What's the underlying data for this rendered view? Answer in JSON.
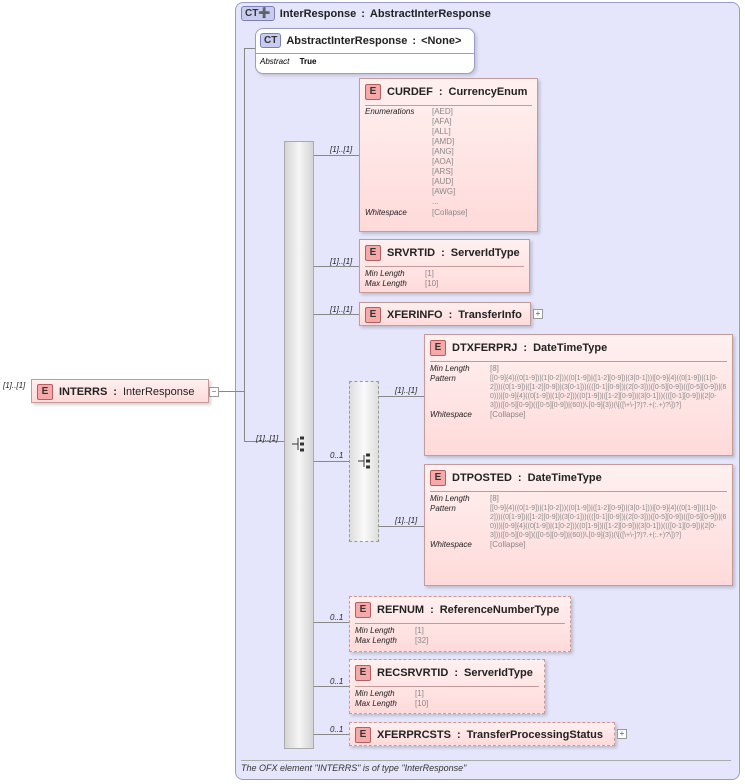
{
  "outer_type": {
    "badge": "CT",
    "name": "InterResponse",
    "base": "AbstractInterResponse"
  },
  "base_type": {
    "badge": "CT",
    "name": "AbstractInterResponse",
    "base": "<None>",
    "attr_key": "Abstract",
    "attr_value": "True"
  },
  "root": {
    "badge": "E",
    "name": "INTERRS",
    "type": "InterResponse",
    "card": "[1]..[1]"
  },
  "sequence_card": "[1]..[1]",
  "nested_card": "0..1",
  "elements": {
    "curdef": {
      "badge": "E",
      "name": "CURDEF",
      "type": "CurrencyEnum",
      "card": "[1]..[1]",
      "enum_key": "Enumerations",
      "enums": [
        "[AED]",
        "[AFA]",
        "[ALL]",
        "[AMD]",
        "[ANG]",
        "[AOA]",
        "[ARS]",
        "[AUD]",
        "[AWG]",
        "..."
      ],
      "ws_key": "Whitespace",
      "ws_value": "[Collapse]"
    },
    "srvrtid": {
      "badge": "E",
      "name": "SRVRTID",
      "type": "ServerIdType",
      "card": "[1]..[1]",
      "min_key": "Min Length",
      "min_value": "[1]",
      "max_key": "Max Length",
      "max_value": "[10]"
    },
    "xferinfo": {
      "badge": "E",
      "name": "XFERINFO",
      "type": "TransferInfo",
      "card": "[1]..[1]"
    },
    "dtxferprj": {
      "badge": "E",
      "name": "DTXFERPRJ",
      "type": "DateTimeType",
      "card": "[1]..[1]",
      "min_key": "Min Length",
      "min_value": "[8]",
      "pattern_key": "Pattern",
      "pattern_value": "[[0-9]{4}((0[1-9])|(1[0-2]))((0[1-9])|([1-2][0-9])|(3[0-1]))|[0-9]{4}((0[1-9])|(1[0-2]))((0[1-9])|([1-2][0-9])|(3[0-1]))((([0-1][0-9])|(2[0-3]))([0-5][0-9])(([0-5][0-9])|(60)))|[0-9]{4}((0[1-9])|(1[0-2]))((0[1-9])|([1-2][0-9])|(3[0-1]))((([0-1][0-9])|(2[0-3]))([0-5][0-9])(([0-5][0-9])|(60))\\.[0-9]{3})(\\[([\\+\\-]?)?.+(:.+)?\\])?]",
      "ws_key": "Whitespace",
      "ws_value": "[Collapse]"
    },
    "dtposted": {
      "badge": "E",
      "name": "DTPOSTED",
      "type": "DateTimeType",
      "card": "[1]..[1]",
      "min_key": "Min Length",
      "min_value": "[8]",
      "pattern_key": "Pattern",
      "pattern_value": "[[0-9]{4}((0[1-9])|(1[0-2]))((0[1-9])|([1-2][0-9])|(3[0-1]))|[0-9]{4}((0[1-9])|(1[0-2]))((0[1-9])|([1-2][0-9])|(3[0-1]))((([0-1][0-9])|(2[0-3]))([0-5][0-9])(([0-5][0-9])|(60)))|[0-9]{4}((0[1-9])|(1[0-2]))((0[1-9])|([1-2][0-9])|(3[0-1]))((([0-1][0-9])|(2[0-3]))([0-5][0-9])(([0-5][0-9])|(60))\\.[0-9]{3})(\\[([\\+\\-]?)?.+(:.+)?\\])?]",
      "ws_key": "Whitespace",
      "ws_value": "[Collapse]"
    },
    "refnum": {
      "badge": "E",
      "name": "REFNUM",
      "type": "ReferenceNumberType",
      "card": "0..1",
      "min_key": "Min Length",
      "min_value": "[1]",
      "max_key": "Max Length",
      "max_value": "[32]"
    },
    "recsrvrtid": {
      "badge": "E",
      "name": "RECSRVRTID",
      "type": "ServerIdType",
      "card": "0..1",
      "min_key": "Min Length",
      "min_value": "[1]",
      "max_key": "Max Length",
      "max_value": "[10]"
    },
    "xferprcsts": {
      "badge": "E",
      "name": "XFERPRCSTS",
      "type": "TransferProcessingStatus",
      "card": "0..1"
    }
  },
  "footer": "The OFX element \"INTERRS\" is of type \"InterResponse\""
}
